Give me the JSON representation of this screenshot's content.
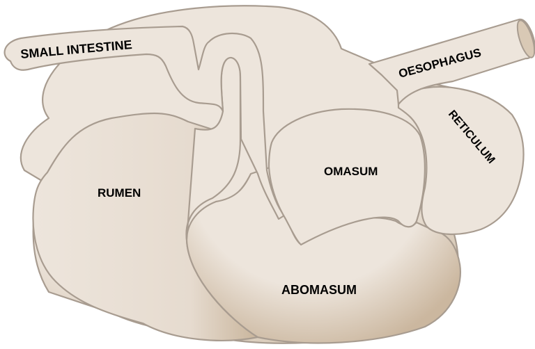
{
  "diagram": {
    "subject": "Ruminant stomach",
    "colors": {
      "fill": "#ede5dc",
      "shade": "#c9b59c",
      "outline": "#a89c90",
      "text": "#000000"
    },
    "labels": {
      "small_intestine": "SMALL INTESTINE",
      "oesophagus": "OESOPHAGUS",
      "reticulum": "RETICULUM",
      "omasum": "OMASUM",
      "rumen": "RUMEN",
      "abomasum": "ABOMASUM"
    }
  }
}
